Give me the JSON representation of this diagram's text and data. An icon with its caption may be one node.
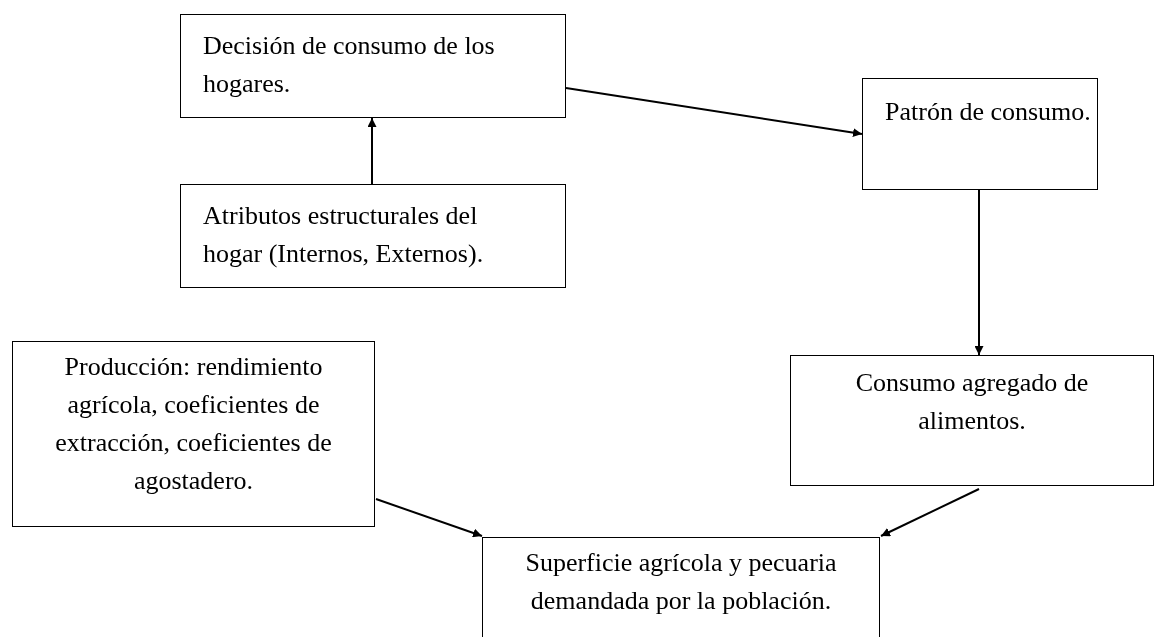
{
  "diagram": {
    "nodes": [
      {
        "text": [
          "Decisión de consumo de los hogares."
        ]
      },
      {
        "text": [
          "Patrón de consumo."
        ]
      },
      {
        "text": [
          "Atributos estructurales del hogar (Internos, Externos)."
        ]
      },
      {
        "text": [
          "Producción: rendimiento agrícola, coeficientes de extracción, coeficientes de agostadero."
        ]
      },
      {
        "text": [
          "Consumo agregado de alimentos."
        ]
      },
      {
        "text": [
          "Superficie agrícola y pecuaria demandada por la población."
        ]
      }
    ],
    "edges": [
      {
        "from": 2,
        "to": 0,
        "arrow": "to"
      },
      {
        "from": 0,
        "to": 1,
        "arrow": "to"
      },
      {
        "from": 1,
        "to": 4,
        "arrow": "to"
      },
      {
        "from": 3,
        "to": 5,
        "arrow": "to"
      },
      {
        "from": 4,
        "to": 5,
        "arrow": "to"
      }
    ]
  }
}
